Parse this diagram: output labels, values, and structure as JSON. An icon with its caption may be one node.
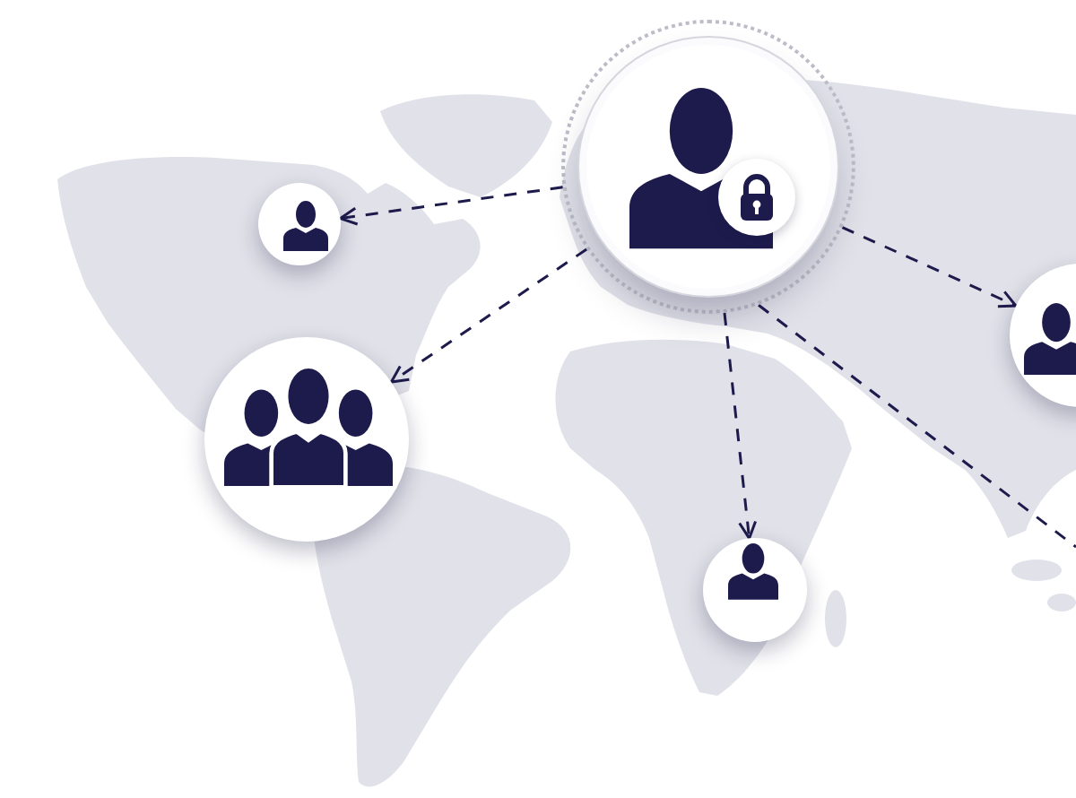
{
  "diagram": {
    "nodes": [
      {
        "text": [],
        "shape": "circle"
      },
      {
        "text": [],
        "shape": "circle"
      },
      {
        "text": [],
        "shape": "circle"
      },
      {
        "text": [],
        "shape": "circle"
      },
      {
        "text": [],
        "shape": "circle"
      }
    ],
    "edges": [
      {
        "from": 0,
        "to": 1,
        "arrow": "to",
        "style": "dashed"
      },
      {
        "from": 0,
        "to": 2,
        "arrow": "to",
        "style": "dashed"
      },
      {
        "from": 0,
        "to": 3,
        "arrow": "to",
        "style": "dashed"
      },
      {
        "from": 0,
        "to": 4,
        "arrow": "to",
        "style": "dashed"
      },
      {
        "from": 0,
        "to": null,
        "arrow": "none",
        "style": "dashed"
      }
    ]
  }
}
